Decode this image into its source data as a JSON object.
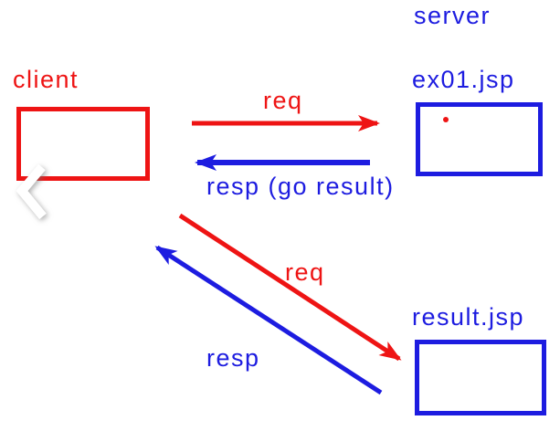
{
  "colors": {
    "red": "#ee1414",
    "blue": "#1d1ce0",
    "bg": "#ffffff",
    "chevron": "#ffffff"
  },
  "diagram": {
    "server_label": "server",
    "nodes": {
      "client": "client",
      "ex01": "ex01.jsp",
      "result": "result.jsp"
    },
    "edges": {
      "req_to_ex01": "req",
      "resp_from_ex01": "resp (go result)",
      "req_to_result": "req",
      "resp_from_result": "resp"
    },
    "icons": {
      "back_chevron": "chevron-left-icon"
    }
  }
}
